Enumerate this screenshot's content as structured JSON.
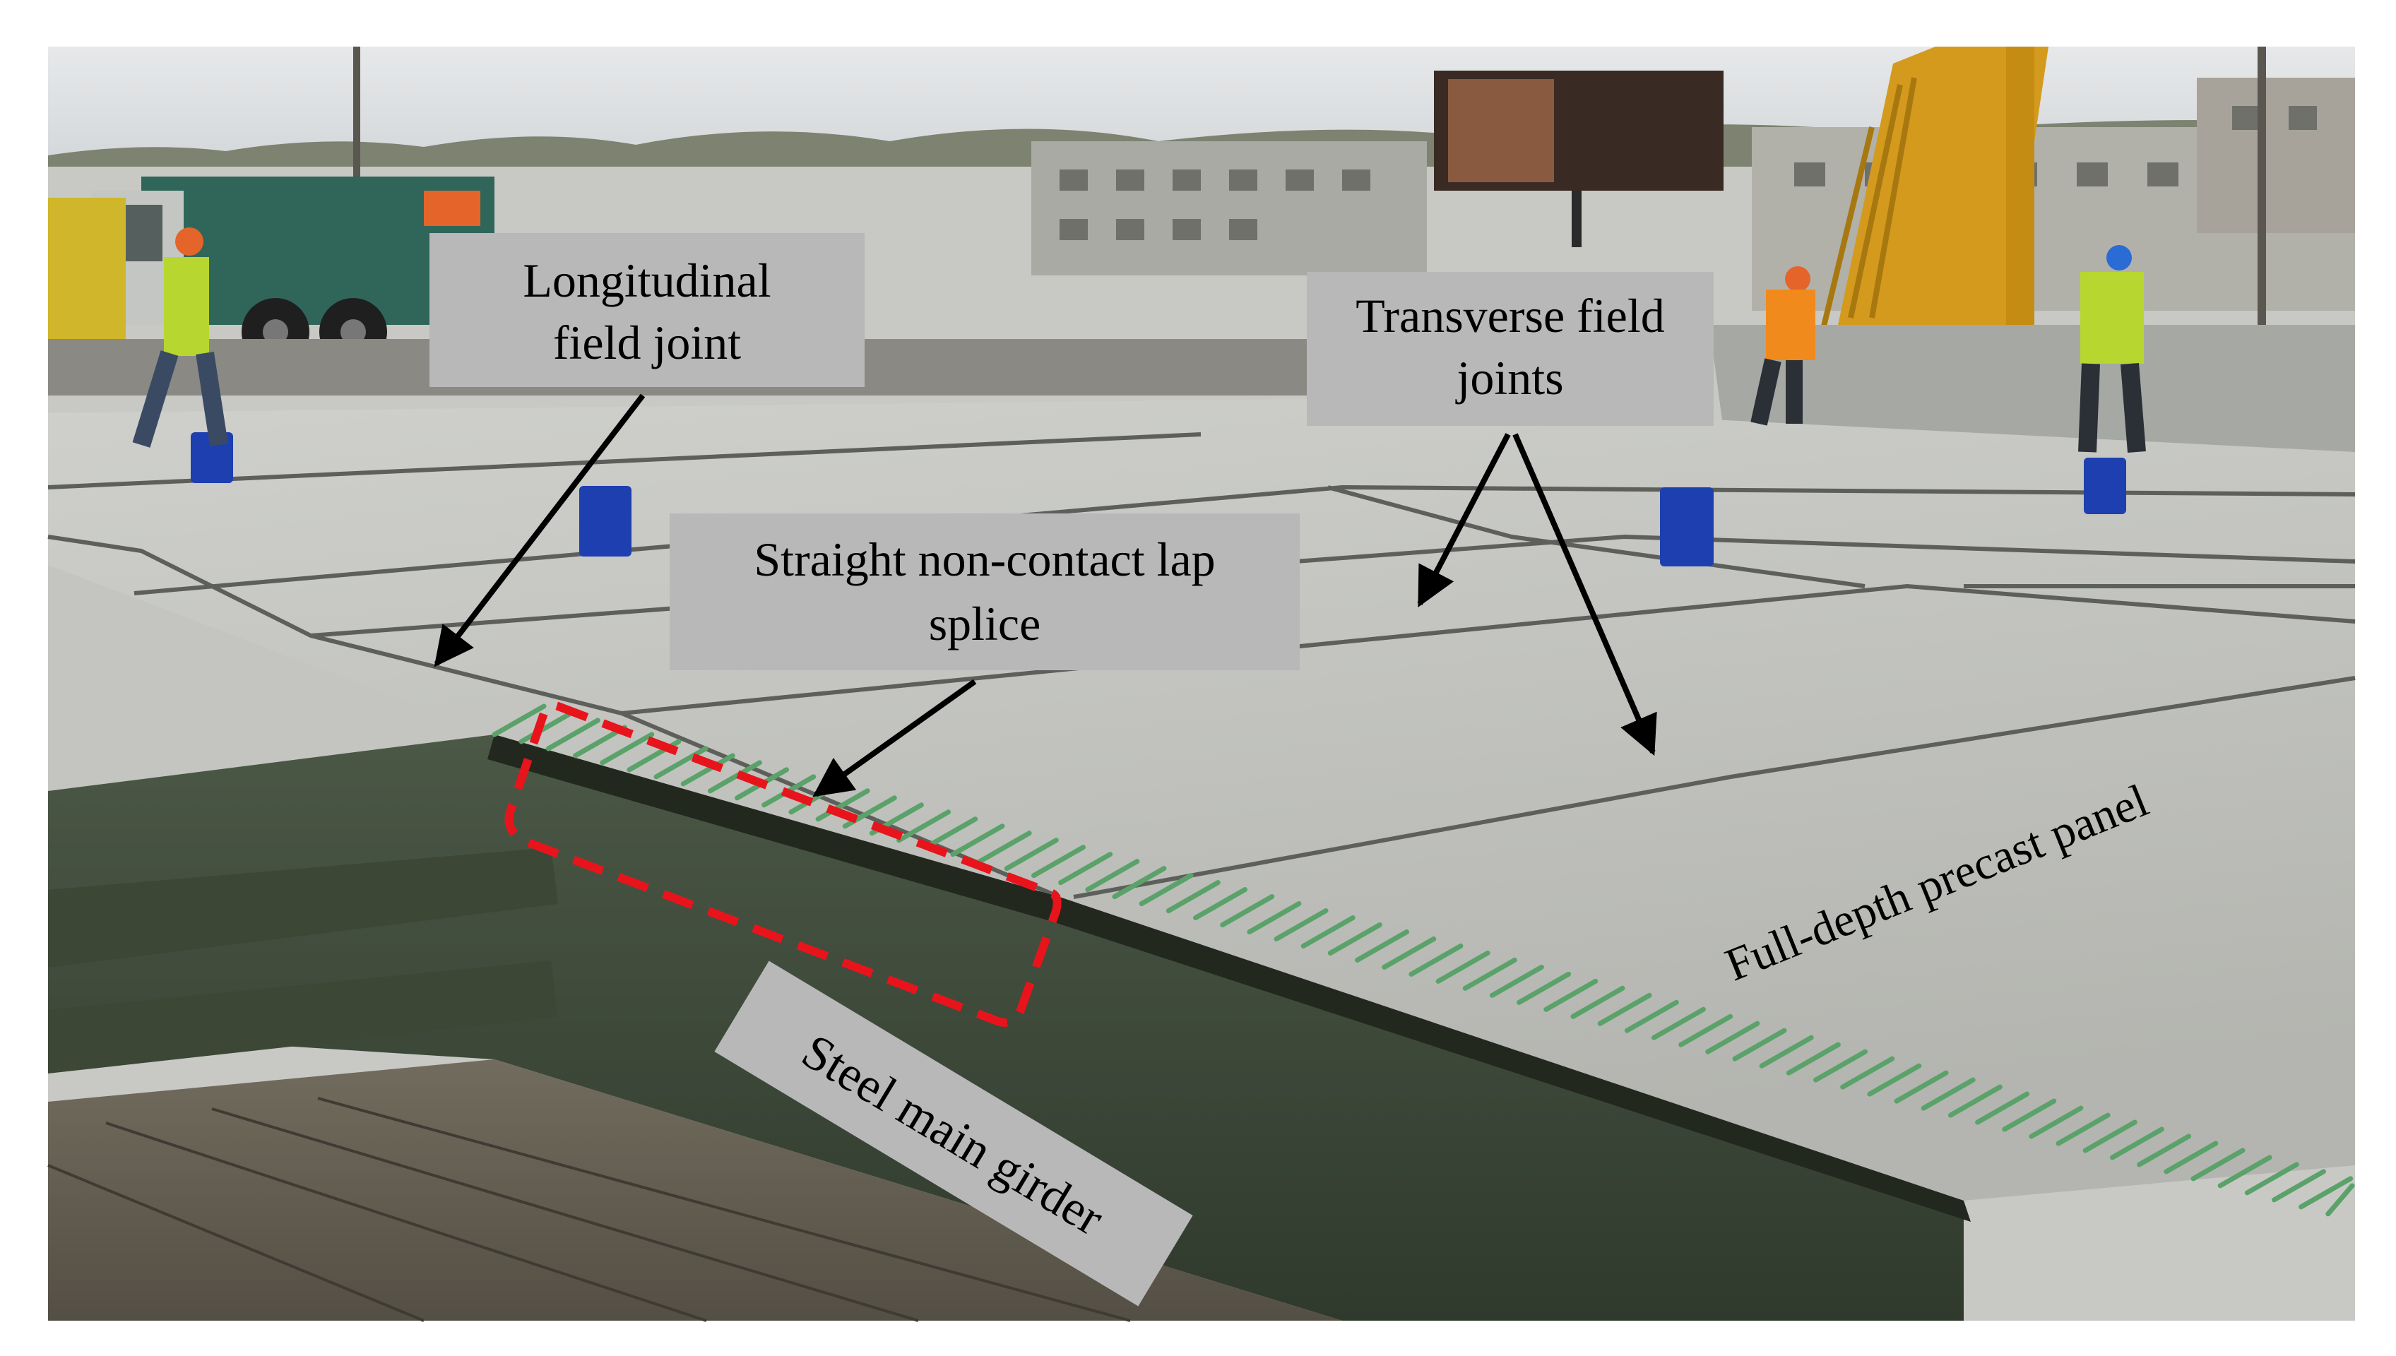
{
  "annotations": {
    "longitudinal_joint": [
      "Longitudinal",
      "field joint"
    ],
    "transverse_joints": [
      "Transverse field",
      "joints"
    ],
    "lap_splice": [
      "Straight non-contact lap",
      "splice"
    ],
    "precast_panel": "Full-depth precast panel",
    "steel_girder": "Steel main girder"
  },
  "colors": {
    "label_box": "#b8b8b8",
    "arrow": "#000000",
    "highlight_dash": "#e8141c",
    "rebar": "#5aa26a"
  }
}
